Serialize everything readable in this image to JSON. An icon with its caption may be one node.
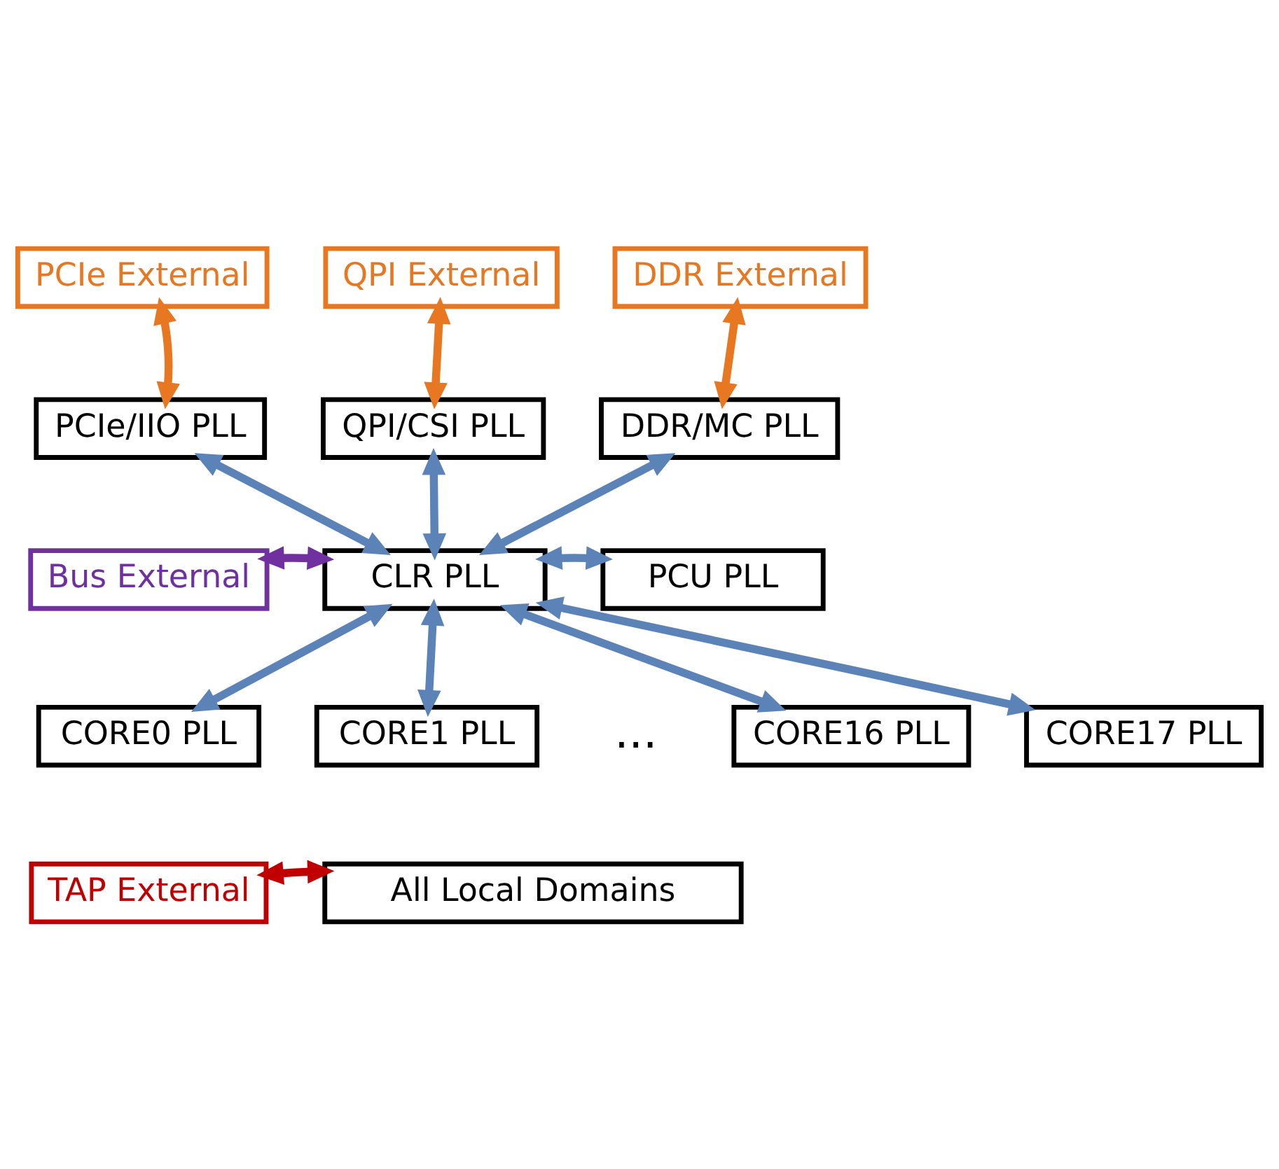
{
  "diagram": {
    "nodes": [
      {
        "text": [
          "PCIe External"
        ]
      },
      {
        "text": [
          "QPI External"
        ]
      },
      {
        "text": [
          "DDR External"
        ]
      },
      {
        "text": [
          "PCIe/IIO PLL"
        ]
      },
      {
        "text": [
          "QPI/CSI PLL"
        ]
      },
      {
        "text": [
          "DDR/MC PLL"
        ]
      },
      {
        "text": [
          "Bus External"
        ]
      },
      {
        "text": [
          "CLR PLL"
        ]
      },
      {
        "text": [
          "PCU PLL"
        ]
      },
      {
        "text": [
          "CORE0 PLL"
        ]
      },
      {
        "text": [
          "CORE1 PLL"
        ]
      },
      {
        "text": [
          "CORE16 PLL"
        ]
      },
      {
        "text": [
          "CORE17 PLL"
        ]
      },
      {
        "text": [
          "TAP External"
        ]
      },
      {
        "text": [
          "All Local Domains"
        ]
      }
    ],
    "edges": [
      {
        "from": 0,
        "to": 3,
        "arrow": "both",
        "color": "#e87722"
      },
      {
        "from": 1,
        "to": 4,
        "arrow": "both",
        "color": "#e87722"
      },
      {
        "from": 2,
        "to": 5,
        "arrow": "both",
        "color": "#e87722"
      },
      {
        "from": 3,
        "to": 7,
        "arrow": "both"
      },
      {
        "from": 4,
        "to": 7,
        "arrow": "both"
      },
      {
        "from": 5,
        "to": 7,
        "arrow": "both"
      },
      {
        "from": 6,
        "to": 7,
        "arrow": "both",
        "color": "#7030a0"
      },
      {
        "from": 7,
        "to": 8,
        "arrow": "both"
      },
      {
        "from": 7,
        "to": 9,
        "arrow": "both"
      },
      {
        "from": 7,
        "to": 10,
        "arrow": "both"
      },
      {
        "from": 7,
        "to": 11,
        "arrow": "both"
      },
      {
        "from": 7,
        "to": 12,
        "arrow": "both"
      },
      {
        "from": 13,
        "to": 14,
        "arrow": "both",
        "color": "#c00000"
      }
    ],
    "labels": [
      "..."
    ]
  }
}
